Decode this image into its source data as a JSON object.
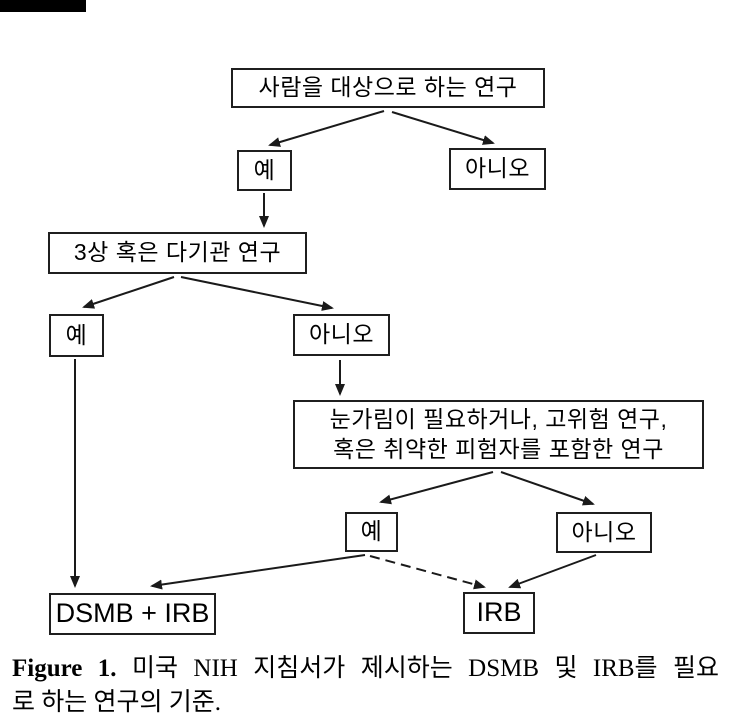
{
  "colors": {
    "ink": "#000000",
    "background": "#ffffff"
  },
  "flowchart": {
    "nodes": {
      "start": {
        "label": "사람을 대상으로 하는 연구"
      },
      "level2_yes": {
        "label": "예"
      },
      "level2_no": {
        "label": "아니오"
      },
      "phase3": {
        "label": "3상 혹은 다기관 연구"
      },
      "level3_yes": {
        "label": "예"
      },
      "level3_no": {
        "label": "아니오"
      },
      "risk": {
        "label": "눈가림이 필요하거나, 고위험 연구,\n혹은 취약한 피험자를 포함한 연구"
      },
      "level4_yes": {
        "label": "예"
      },
      "level4_no": {
        "label": "아니오"
      },
      "dsmb_irb": {
        "label": "DSMB + IRB"
      },
      "irb": {
        "label": "IRB"
      }
    }
  },
  "caption": {
    "figure_label": "Figure 1.",
    "line1": "미국 NIH 지침서가 제시하는 DSMB 및 IRB를 필요",
    "line2": "로 하는 연구의 기준."
  }
}
